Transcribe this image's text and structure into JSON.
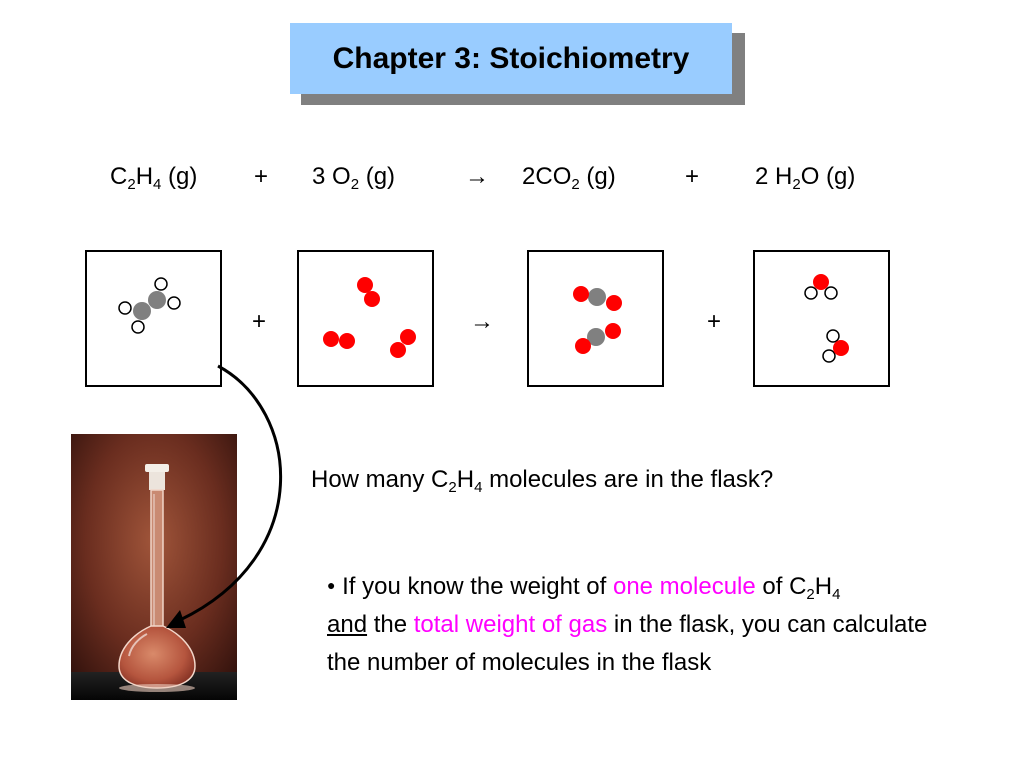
{
  "slide": {
    "title": "Chapter 3: Stoichiometry"
  },
  "equation": {
    "reactant1": {
      "c": "C",
      "s1": "2",
      "h": "H",
      "s2": "4",
      "phase": " (g)"
    },
    "plus1": "+",
    "reactant2": {
      "coef": "3",
      "o": "O",
      "s1": "2",
      "phase": " (g)"
    },
    "arrow": "→",
    "product1": {
      "coef": "2",
      "co": "CO",
      "s1": "2",
      "phase": " (g)"
    },
    "plus2": "+",
    "product2": {
      "coef": "2",
      "h": "H",
      "s1": "2",
      "o": "O",
      "phase": " (g)"
    }
  },
  "diagram": {
    "plus1": "+",
    "arrow": "→",
    "plus2": "+",
    "colors": {
      "carbon": "#808080",
      "oxygen": "#ff0000",
      "hydrogen": "#ffffff"
    }
  },
  "question": {
    "pre": "How many C",
    "s1": "2",
    "h": "H",
    "s2": "4",
    "post": " molecules are in the flask?"
  },
  "bullet": {
    "t1": " If you know the weight of ",
    "hl1": "one molecule",
    "t2": " of C",
    "s1": "2",
    "t3": "H",
    "s2": "4",
    "and": "and",
    "t4": " the ",
    "hl2": "total weight of gas",
    "t5": " in the flask, you can calculate the number of molecules in the flask"
  },
  "accent_colors": {
    "title_bg": "#99ccff",
    "highlight": "#ff00ff"
  }
}
